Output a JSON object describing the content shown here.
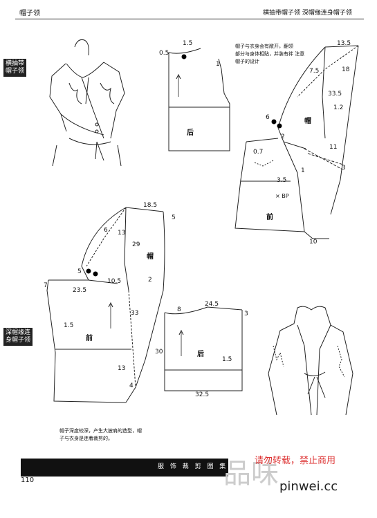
{
  "header": {
    "left": "帽子领",
    "right": "横抽带帽子领  深帽缘连身帽子领"
  },
  "tags": {
    "top": [
      "横抽带",
      "帽子领"
    ],
    "bottom": [
      "深帽缘连",
      "身帽子领"
    ]
  },
  "top_note": [
    "帽子与衣身会有敞开，翻领",
    "部分与身体相贴，并装有袢 注意",
    "帽子的设计"
  ],
  "bottom_note": [
    "帽子深度较深，产生大披肩的造型，帽",
    "子与衣身是连着裁剪的。"
  ],
  "labels": {
    "hou1": "后",
    "mao1": "帽",
    "qian1": "前",
    "bp": "×  BP",
    "mao2": "帽",
    "qian2": "前",
    "hou2": "后"
  },
  "dims": {
    "t1": "1.5",
    "t2": "0.5",
    "t3": "1",
    "m1": "13.5",
    "m2": "7.5",
    "m3": "18",
    "m4": "33.5",
    "m5": "1.2",
    "m6": "6",
    "m7": "2",
    "m8": "11",
    "m9": "1",
    "m10": "3",
    "f1": "0.7",
    "f2": "3.5",
    "f3": "10",
    "b1": "18.5",
    "b2": "6",
    "b3": "13",
    "b4": "5",
    "b5": "29",
    "b6": "5",
    "b7": "10.5",
    "b8": "2",
    "b9": "7",
    "b10": "23.5",
    "b11": "33",
    "b12": "1.5",
    "b13": "13",
    "b14": "4",
    "h1": "8",
    "h2": "24.5",
    "h3": "3",
    "h4": "30",
    "h5": "1.5",
    "h6": "32.5"
  },
  "footer": {
    "title": "服 饰 裁 剪 图 集",
    "page": "110"
  },
  "watermark": {
    "logo": "品味",
    "notice": "请勿转载，禁止商用",
    "site": "pinwei.cc"
  }
}
